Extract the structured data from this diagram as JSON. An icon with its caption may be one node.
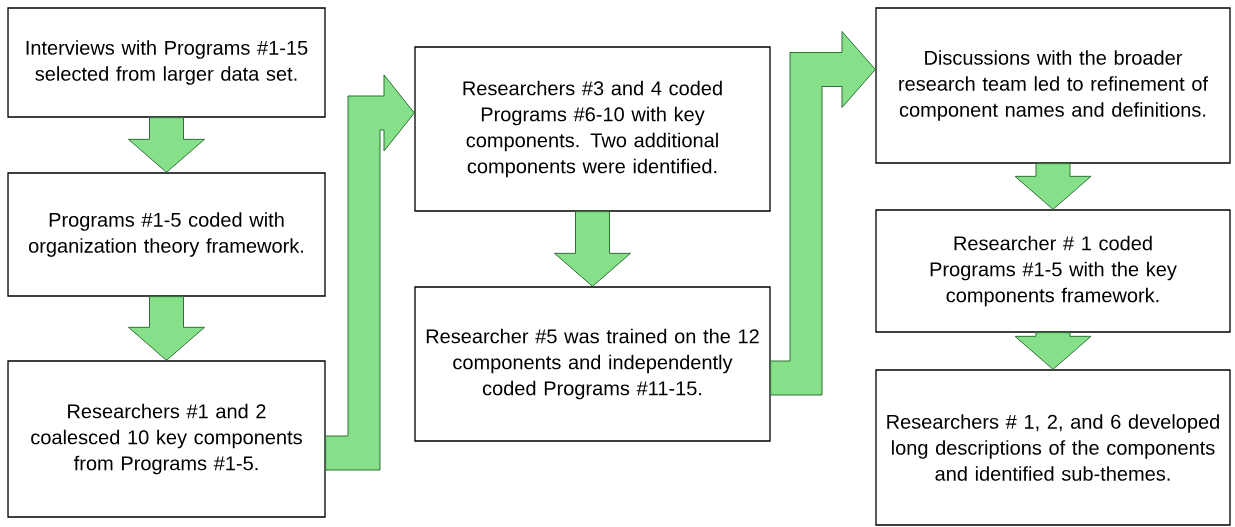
{
  "diagram": {
    "nodes": [
      {
        "text": [
          "Interviews with Programs #1-15 selected from larger data set."
        ]
      },
      {
        "text": [
          "Programs #1-5 coded with organization theory framework."
        ]
      },
      {
        "text": [
          "Researchers #1 and 2 coalesced 10 key components from Programs #1-5."
        ]
      },
      {
        "text": [
          "Researchers #3 and 4 coded Programs #6-10 with key components. Two additional components were identified."
        ]
      },
      {
        "text": [
          "Researcher #5 was trained on the 12 components and independently coded Programs #11-15."
        ]
      },
      {
        "text": [
          "Discussions with the broader research team led to refinement of component names and definitions."
        ]
      },
      {
        "text": [
          "Researcher # 1 coded Programs #1-5 with the key components framework."
        ]
      },
      {
        "text": [
          "Researchers # 1, 2, and 6 developed long descriptions of the components and identified sub-themes."
        ]
      }
    ],
    "edges": [
      {
        "from": 0,
        "to": 1,
        "arrow": "to"
      },
      {
        "from": 1,
        "to": 2,
        "arrow": "to"
      },
      {
        "from": 2,
        "to": 3,
        "arrow": "to"
      },
      {
        "from": 3,
        "to": 4,
        "arrow": "to"
      },
      {
        "from": 4,
        "to": 5,
        "arrow": "to"
      },
      {
        "from": 5,
        "to": 6,
        "arrow": "to"
      },
      {
        "from": 6,
        "to": 7,
        "arrow": "to"
      }
    ]
  }
}
